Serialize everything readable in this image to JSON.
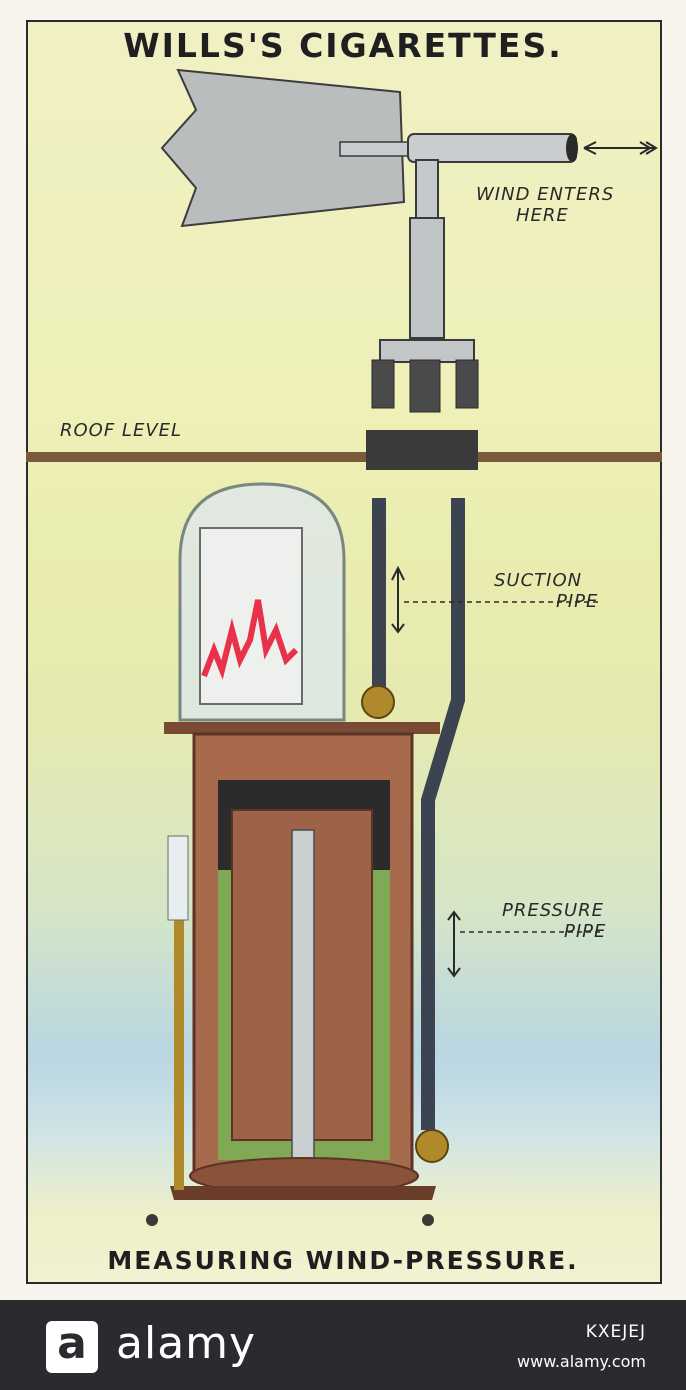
{
  "card": {
    "title": "WILLS'S CIGARETTES.",
    "caption": "MEASURING WIND-PRESSURE.",
    "labels": {
      "wind_enters_line1": "WIND ENTERS",
      "wind_enters_line2": "HERE",
      "roof_level": "ROOF LEVEL",
      "suction_line1": "SUCTION",
      "suction_line2": "PIPE",
      "pressure_line1": "PRESSURE",
      "pressure_line2": "PIPE"
    }
  },
  "footer": {
    "logo_letter": "a",
    "brand": "alamy",
    "image_id": "KXEJEJ",
    "site": "www.alamy.com"
  },
  "colors": {
    "footer_bg": "#2a2b2f",
    "copper": "#a86a4c",
    "glass": "#dfe8e4",
    "liquid": "#8ab65a",
    "trace": "#e8324a"
  }
}
